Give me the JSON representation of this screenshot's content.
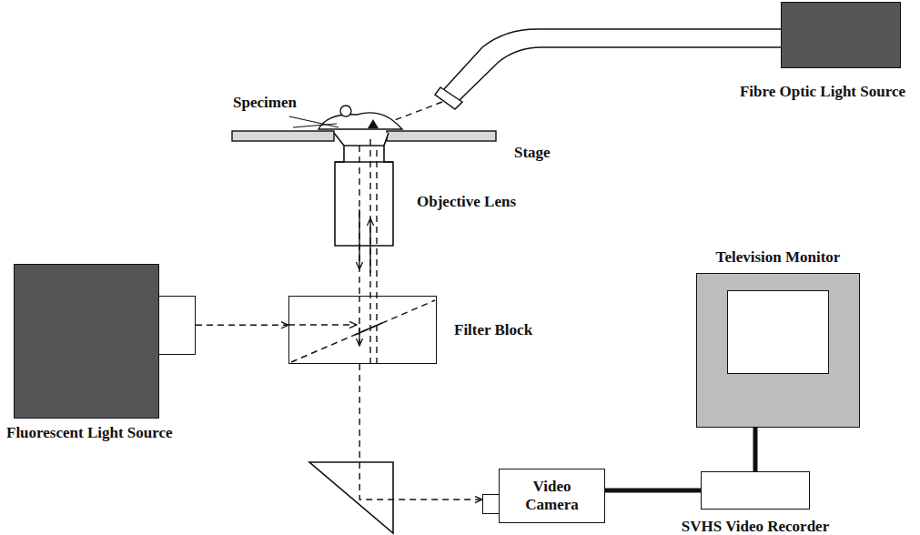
{
  "diagram": {
    "nodes": [
      {
        "text": [
          "Fibre Optic Light Source"
        ]
      },
      {
        "text": [
          "Television Monitor"
        ]
      },
      {
        "text": [
          "Filter Block"
        ]
      },
      {
        "text": [
          "Fluorescent Light Source"
        ]
      },
      {
        "text": [
          "Video Camera"
        ]
      },
      {
        "text": [
          "SVHS Video Recorder"
        ]
      }
    ],
    "edges": [
      {
        "from": 3,
        "to": 2,
        "arrow": "to"
      },
      {
        "from": 2,
        "to": 4,
        "arrow": "to"
      },
      {
        "from": 4,
        "to": 5,
        "arrow": "none"
      },
      {
        "from": 5,
        "to": 1,
        "arrow": "none"
      }
    ],
    "labels": [
      "Specimen",
      "Stage",
      "Objective Lens"
    ]
  }
}
